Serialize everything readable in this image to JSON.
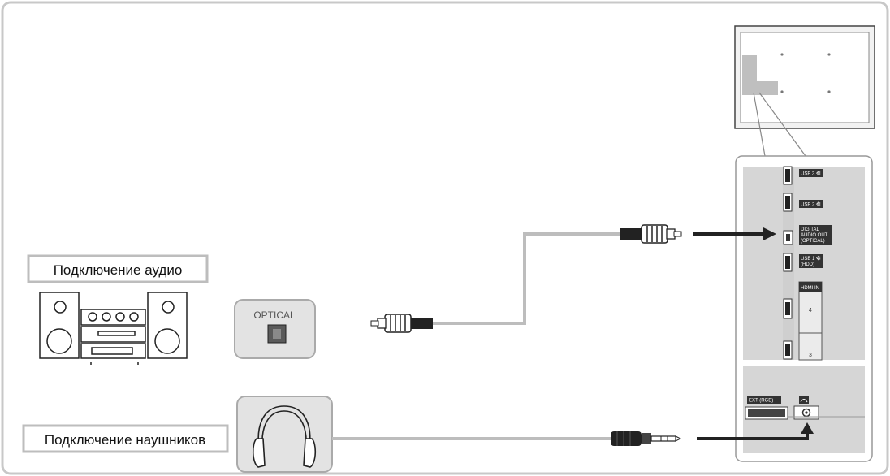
{
  "labels": {
    "audio": "Подключение аудио",
    "headphones": "Подключение наушников"
  },
  "optical_box": {
    "label": "OPTICAL"
  },
  "panel": {
    "usb3": "USB 3 ⭅",
    "usb2": "USB 2 ⭅",
    "digital_audio_line1": "DIGITAL",
    "digital_audio_line2": "AUDIO OUT",
    "digital_audio_line3": "(OPTICAL)",
    "usb1_line1": "USB 1 ⭅",
    "usb1_line2": "(HDD)",
    "hdmi_in": "HDMI IN",
    "hdmi_4": "4",
    "hdmi_3": "3",
    "ext": "EXT (RGB)"
  },
  "colors": {
    "frame": "#c8c8c8",
    "box_fill": "#e3e3e3",
    "cable": "#bdbdbd",
    "panel_fill": "#d6d6d6",
    "port_label_bg": "#333333"
  }
}
